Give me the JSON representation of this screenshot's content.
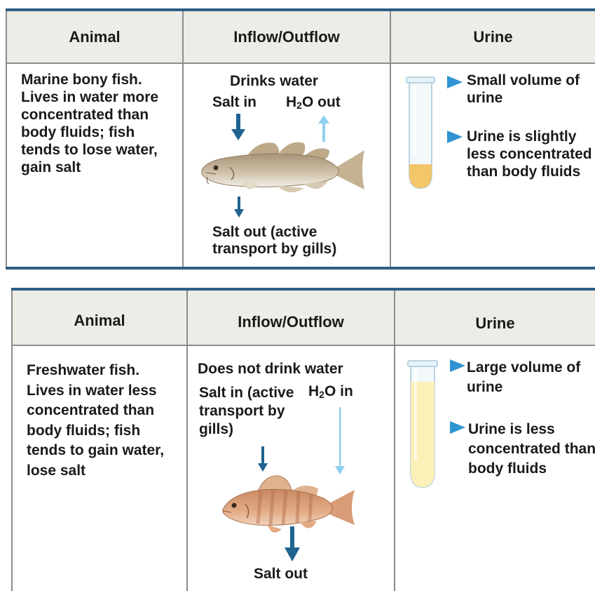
{
  "panels": [
    {
      "headers": {
        "animal": "Animal",
        "flow": "Inflow/Outflow",
        "urine": "Urine"
      },
      "animal_text": "Marine bony fish. Lives in water more concentrated than body fluids; fish tends to lose water, gain salt",
      "flow": {
        "drinks": "Drinks water",
        "salt_in": "Salt in",
        "h2o_pre": "H",
        "h2o_sub": "2",
        "h2o_post": "O out",
        "salt_out": "Salt out (active transport by gills)"
      },
      "urine_points": [
        "Small volume of urine",
        "Urine is slightly less concentrated than body fluids"
      ]
    },
    {
      "headers": {
        "animal": "Animal",
        "flow": "Inflow/Outflow",
        "urine": "Urine"
      },
      "animal_text": "Freshwater fish. Lives in water less concentrated than body fluids; fish tends to gain water, lose salt",
      "flow": {
        "drinks": "Does not drink water",
        "salt_in": "Salt in (active transport by gills)",
        "h2o_pre": "H",
        "h2o_sub": "2",
        "h2o_post": "O in",
        "salt_out": "Salt out"
      },
      "urine_points": [
        "Large volume of urine",
        "Urine is less concentrated than body fluids"
      ]
    }
  ],
  "colors": {
    "border_dark": "#2d5f86",
    "header_bg": "#eeece6",
    "arrow_dark": "#1f6390",
    "arrow_light": "#8fd0ef",
    "bullet": "#2f94d3",
    "urine_dark": "#f3c66a",
    "urine_light": "#fbf0b8"
  },
  "icons": [
    "cod-fish-illustration",
    "perch-fish-illustration",
    "test-tube-icon",
    "down-arrow-icon",
    "up-arrow-icon",
    "bullet-triangle-icon"
  ]
}
